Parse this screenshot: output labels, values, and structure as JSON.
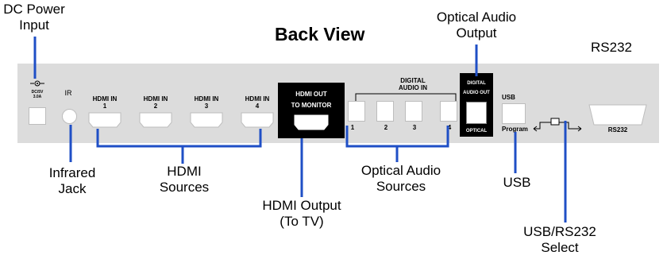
{
  "title": "Back View",
  "labels": {
    "dc_power": [
      "DC Power",
      "Input"
    ],
    "optical_output": [
      "Optical Audio",
      "Output"
    ],
    "rs232": "RS232",
    "infrared": [
      "Infrared",
      "Jack"
    ],
    "hdmi_sources": [
      "HDMI",
      "Sources"
    ],
    "hdmi_output": [
      "HDMI Output",
      "(To TV)"
    ],
    "optical_sources": [
      "Optical Audio",
      "Sources"
    ],
    "usb": "USB",
    "usb_rs232_select": [
      "USB/RS232",
      "Select"
    ]
  },
  "panel": {
    "dc_label": "DC/5V",
    "dc_label2": "3.0A",
    "ir": "IR",
    "hdmi_in": [
      "HDMI  IN",
      "HDMI  IN",
      "HDMI  IN",
      "HDMI  IN"
    ],
    "hdmi_nums": [
      "1",
      "2",
      "3",
      "4"
    ],
    "hdmi_out": "HDMI  OUT",
    "to_monitor": "TO MONITOR",
    "digital_audio_in": [
      "DIGITAL",
      "AUDIO IN"
    ],
    "optical_nums": [
      "1",
      "2",
      "3",
      "4"
    ],
    "digital_audio_out": [
      "DIGITAL",
      "AUDIO OUT"
    ],
    "optical": "OPTICAL",
    "usb": "USB",
    "program": "Program",
    "rs232": "RS232"
  },
  "colors": {
    "accent_line": "#1f4fc6",
    "panel": "#dcdcdc",
    "block": "#000000"
  }
}
